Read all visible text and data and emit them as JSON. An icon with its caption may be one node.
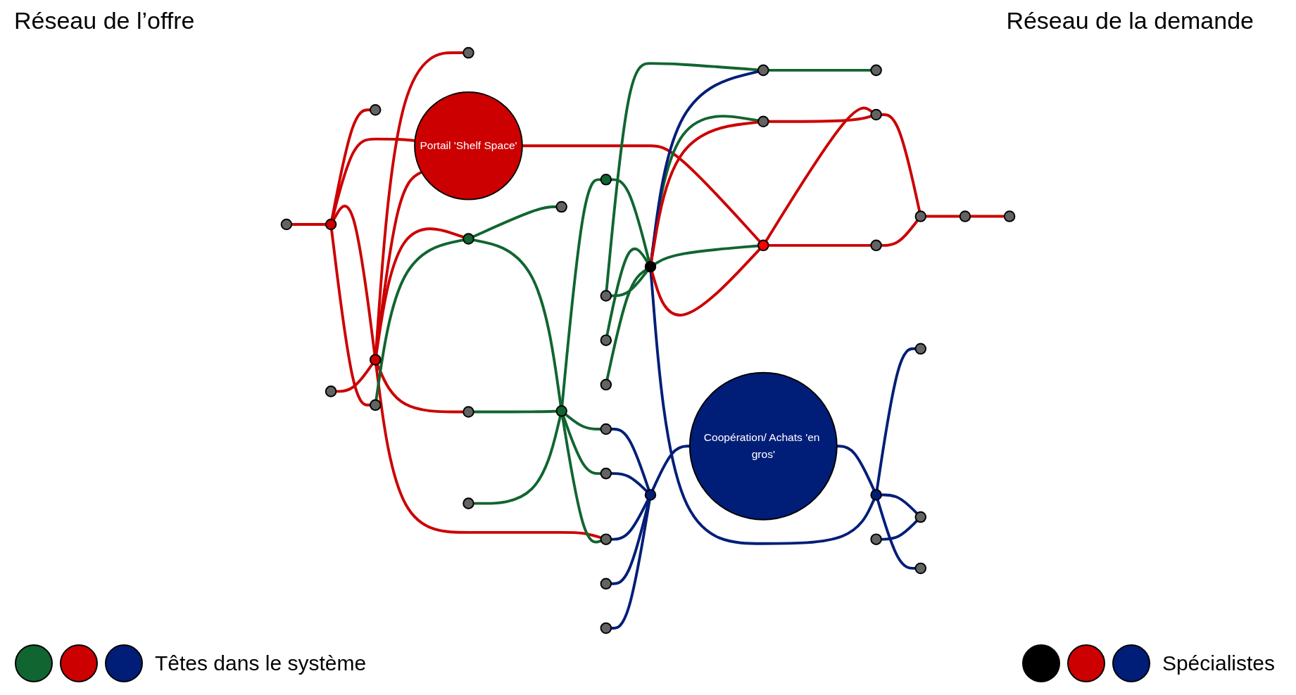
{
  "diagram": {
    "nodes": [
      {
        "text": [],
        "shape": "circle"
      },
      {
        "text": [],
        "shape": "circle"
      },
      {
        "text": [],
        "shape": "circle"
      },
      {
        "text": [],
        "shape": "circle"
      },
      {
        "text": [],
        "shape": "circle"
      },
      {
        "text": [],
        "shape": "circle"
      },
      {
        "text": [],
        "shape": "circle"
      },
      {
        "text": [],
        "shape": "circle"
      },
      {
        "text": [],
        "shape": "circle"
      },
      {
        "text": [],
        "shape": "circle"
      },
      {
        "text": [],
        "shape": "circle"
      },
      {
        "text": [],
        "shape": "circle"
      },
      {
        "text": [],
        "shape": "circle"
      },
      {
        "text": [],
        "shape": "circle"
      },
      {
        "text": [],
        "shape": "circle"
      },
      {
        "text": [],
        "shape": "circle"
      },
      {
        "text": [],
        "shape": "circle"
      },
      {
        "text": [],
        "shape": "circle"
      },
      {
        "text": [
          "Portail 'Shelf Space'"
        ]
      },
      {
        "text": [],
        "shape": "circle"
      },
      {
        "text": [
          "Coopération/ Achats 'en gros'"
        ]
      },
      {
        "text": [],
        "shape": "circle"
      },
      {
        "text": [],
        "shape": "circle"
      },
      {
        "text": [],
        "shape": "circle"
      },
      {
        "text": [],
        "shape": "circle"
      },
      {
        "text": [],
        "shape": "circle"
      },
      {
        "text": [],
        "shape": "circle"
      },
      {
        "text": [],
        "shape": "circle"
      },
      {
        "text": [],
        "shape": "circle"
      },
      {
        "text": [],
        "shape": "circle"
      },
      {
        "text": [],
        "shape": "circle"
      },
      {
        "text": [],
        "shape": "circle"
      },
      {
        "text": [],
        "shape": "circle"
      },
      {
        "text": [],
        "shape": "circle"
      },
      {
        "text": [],
        "shape": "circle"
      },
      {
        "text": [],
        "shape": "circle"
      },
      {
        "text": [],
        "shape": "circle"
      },
      {
        "text": [],
        "shape": "circle"
      },
      {
        "text": [],
        "shape": "circle"
      }
    ],
    "edges": [
      {
        "from": 0,
        "to": 2,
        "arrow": "none"
      },
      {
        "from": 2,
        "to": 1,
        "arrow": "none"
      },
      {
        "from": 2,
        "to": 18,
        "arrow": "none"
      },
      {
        "from": 2,
        "to": 3,
        "arrow": "none"
      },
      {
        "from": 2,
        "to": 4,
        "arrow": "none"
      },
      {
        "from": 5,
        "to": 4,
        "arrow": "none"
      },
      {
        "from": 4,
        "to": 18,
        "arrow": "none"
      },
      {
        "from": 4,
        "to": 6,
        "arrow": "none"
      },
      {
        "from": 4,
        "to": 8,
        "arrow": "none"
      },
      {
        "from": 4,
        "to": 7,
        "arrow": "none"
      },
      {
        "from": 4,
        "to": 11,
        "arrow": "none"
      },
      {
        "from": 3,
        "to": 8,
        "arrow": "none",
        "color": "#116530"
      },
      {
        "from": 8,
        "to": 9,
        "arrow": "none",
        "color": "#116530"
      },
      {
        "from": 8,
        "to": 12,
        "arrow": "none",
        "color": "#116530"
      },
      {
        "from": 7,
        "to": 9,
        "arrow": "none",
        "color": "#116530"
      },
      {
        "from": 10,
        "to": 9,
        "arrow": "none",
        "color": "#116530"
      },
      {
        "from": 9,
        "to": 19,
        "arrow": "none",
        "color": "#116530"
      },
      {
        "from": 9,
        "to": 11,
        "arrow": "none",
        "color": "#116530"
      },
      {
        "from": 9,
        "to": 13,
        "arrow": "none",
        "color": "#116530"
      },
      {
        "from": 9,
        "to": 14,
        "arrow": "none",
        "color": "#116530"
      },
      {
        "from": 13,
        "to": 16,
        "arrow": "none",
        "color": "#001e78"
      },
      {
        "from": 14,
        "to": 16,
        "arrow": "none",
        "color": "#001e78"
      },
      {
        "from": 11,
        "to": 16,
        "arrow": "none",
        "color": "#001e78"
      },
      {
        "from": 15,
        "to": 16,
        "arrow": "none",
        "color": "#001e78"
      },
      {
        "from": 17,
        "to": 16,
        "arrow": "none",
        "color": "#001e78"
      },
      {
        "from": 16,
        "to": 20,
        "arrow": "none",
        "color": "#001e78"
      },
      {
        "from": 18,
        "to": 28,
        "arrow": "none"
      },
      {
        "from": 19,
        "to": 25,
        "arrow": "none",
        "color": "#116530"
      },
      {
        "from": 20,
        "to": 35,
        "arrow": "none",
        "color": "#001e78"
      },
      {
        "from": 21,
        "to": 25,
        "arrow": "none",
        "color": "#116530"
      },
      {
        "from": 23,
        "to": 25,
        "arrow": "none",
        "color": "#116530"
      },
      {
        "from": 22,
        "to": 25,
        "arrow": "none",
        "color": "#116530"
      },
      {
        "from": 22,
        "to": 24,
        "arrow": "none",
        "color": "#116530"
      },
      {
        "from": 24,
        "to": 26,
        "arrow": "none",
        "color": "#116530"
      },
      {
        "from": 25,
        "to": 27,
        "arrow": "none",
        "color": "#116530"
      },
      {
        "from": 25,
        "to": 28,
        "arrow": "none",
        "color": "#116530"
      },
      {
        "from": 25,
        "to": 24,
        "arrow": "none",
        "color": "#001e78"
      },
      {
        "from": 25,
        "to": 35,
        "arrow": "none",
        "color": "#001e78"
      },
      {
        "from": 35,
        "to": 36,
        "arrow": "none",
        "color": "#001e78"
      },
      {
        "from": 35,
        "to": 38,
        "arrow": "none",
        "color": "#001e78"
      },
      {
        "from": 35,
        "to": 37,
        "arrow": "none",
        "color": "#001e78"
      },
      {
        "from": 34,
        "to": 37,
        "arrow": "none",
        "color": "#001e78"
      },
      {
        "from": 25,
        "to": 28,
        "arrow": "none"
      },
      {
        "from": 25,
        "to": 27,
        "arrow": "none"
      },
      {
        "from": 28,
        "to": 29,
        "arrow": "none"
      },
      {
        "from": 27,
        "to": 29,
        "arrow": "none"
      },
      {
        "from": 29,
        "to": 31,
        "arrow": "none"
      },
      {
        "from": 28,
        "to": 30,
        "arrow": "none"
      },
      {
        "from": 30,
        "to": 31,
        "arrow": "none"
      },
      {
        "from": 31,
        "to": 32,
        "arrow": "none"
      },
      {
        "from": 32,
        "to": 33,
        "arrow": "none"
      }
    ],
    "labels": [
      "Réseau de l’offre",
      "Réseau de la demande"
    ],
    "legend": [
      {
        "text": "Têtes dans le système"
      },
      {
        "text": "Spécialistes"
      }
    ]
  }
}
